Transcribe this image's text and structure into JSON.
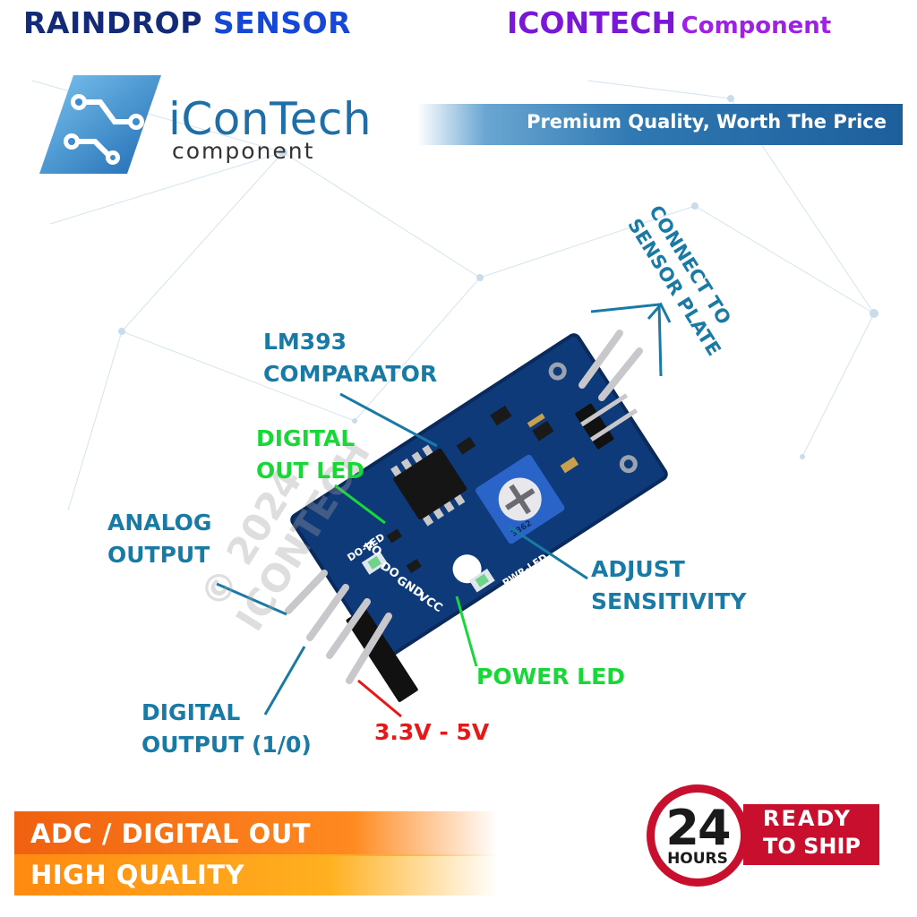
{
  "header": {
    "product_word1": "RAINDROP",
    "product_word2": "SENSOR",
    "brand_word1": "ICONTECH",
    "brand_word2": "Component"
  },
  "brand": {
    "name": "iConTech",
    "subtitle": "component",
    "tagline": "Premium Quality, Worth The Price"
  },
  "labels": {
    "comparator_1": "LM393",
    "comparator_2": "COMPARATOR",
    "digital_led_1": "DIGITAL",
    "digital_led_2": "OUT LED",
    "analog_1": "ANALOG",
    "analog_2": "OUTPUT",
    "adjust_1": "ADJUST",
    "adjust_2": "SENSITIVITY",
    "power_led": "POWER LED",
    "digital_out_1": "DIGITAL",
    "digital_out_2": "OUTPUT (1/0)",
    "voltage": "3.3V - 5V",
    "connect_1": "CONNECT TO",
    "connect_2": "SENSOR PLATE"
  },
  "board": {
    "pin_ao": "AO",
    "pin_do": "DO",
    "pin_gnd": "GND",
    "pin_vcc": "VCC",
    "led_do": "DO-LED",
    "led_pwr": "PWR-LED",
    "pot_code": "3362"
  },
  "watermark": {
    "line1": "© 2024",
    "line2": "ICONTECH"
  },
  "bottom": {
    "feature_1": "ADC / DIGITAL OUT",
    "feature_2": "HIGH QUALITY"
  },
  "badge": {
    "hours_num": "24",
    "hours_label": "HOURS",
    "ready_1": "READY",
    "ready_2": "TO SHIP"
  },
  "colors": {
    "accent_blue": "#1a7aa6",
    "led_green": "#18d838",
    "voltage_red": "#e81818",
    "badge_red": "#c8102e",
    "bar_orange": "#ff8a20",
    "pcb_blue": "#0e3a7a"
  }
}
